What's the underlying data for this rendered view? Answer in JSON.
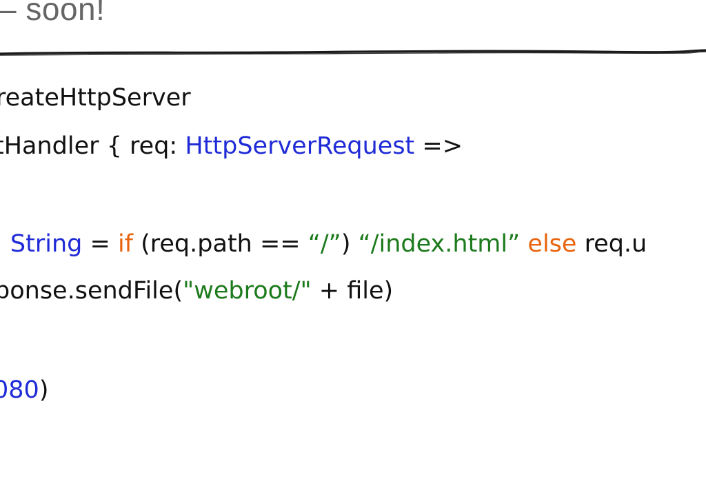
{
  "title": "– soon!",
  "code": {
    "line1": {
      "a": "reateHttpServer"
    },
    "line2": {
      "a": "tHandler { req: ",
      "b": "HttpServerRequest",
      "c": " =>"
    },
    "line3": {
      "a": ": ",
      "b": "String",
      "c": " = ",
      "d": "if",
      "e": " (req.path == ",
      "f": "“/”",
      "g": ") ",
      "h": "“/index.html”",
      "i": " ",
      "j": "else",
      "k": " req.u"
    },
    "line4": {
      "a": "ponse.sendFile(",
      "b": "\"webroot/\"",
      "c": " + file)"
    },
    "line5": {
      "a": "080",
      "b": ")"
    }
  },
  "colors": {
    "type": "#1f2bd6",
    "keyword": "#e8650f",
    "string": "#1d7a1d",
    "text": "#111111",
    "title": "#666666"
  }
}
